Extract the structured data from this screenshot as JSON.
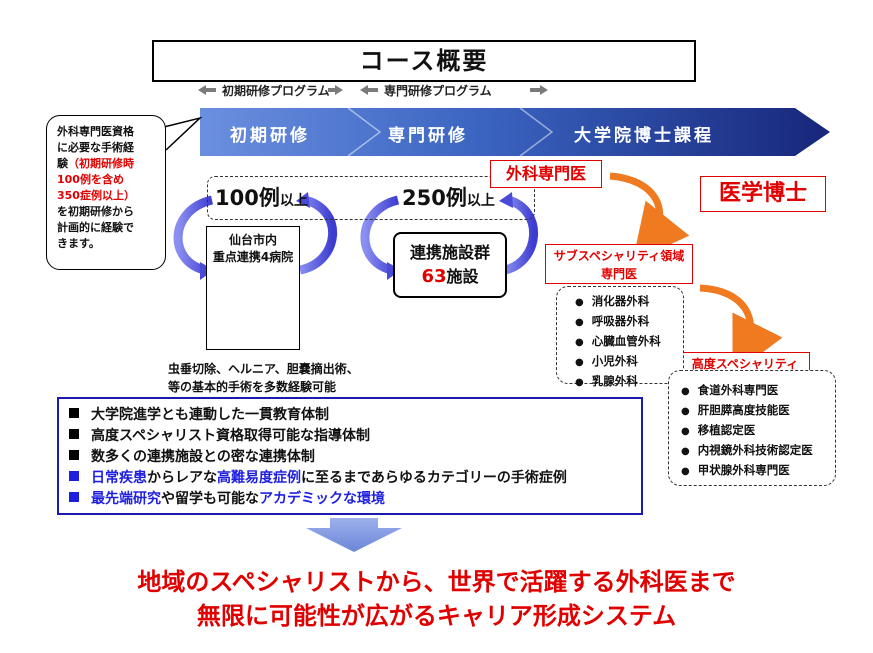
{
  "title": "コース概要",
  "programs": {
    "initial_label": "初期研修プログラム",
    "specialty_label": "専門研修プログラム"
  },
  "stages": {
    "initial": "初期研修",
    "specialty": "専門研修",
    "doctoral": "大学院博士課程"
  },
  "callout": {
    "line1": "外科専門医資格",
    "line2": "に必要な手術経",
    "line3_plain": "験",
    "line3_red": "（初期研修時",
    "line4_red": "100例を含め",
    "line5_red": "350症例以上）",
    "line6": "を初期研修から",
    "line7": "計画的に経験で",
    "line8": "きます。"
  },
  "counts": {
    "initial_num": "100例",
    "initial_suffix": "以上",
    "specialty_num": "250例",
    "specialty_suffix": "以上"
  },
  "hospitals": {
    "line1": "仙台市内",
    "line2": "重点連携4病院"
  },
  "facilities": {
    "line1": "連携施設群",
    "num": "63",
    "suffix": "施設"
  },
  "procedures_note": {
    "line1": "虫垂切除、ヘルニア、胆嚢摘出術、",
    "line2": "等の基本的手術を多数経験可能"
  },
  "qualifications": {
    "surgeon": "外科専門医",
    "phd": "医学博士",
    "subspecialty_line1": "サブスペシャリティ領域",
    "subspecialty_line2": "専門医",
    "advanced": "高度スペシャリティ"
  },
  "subspecialties": [
    "消化器外科",
    "呼吸器外科",
    "心臓血管外科",
    "小児外科",
    "乳腺外科"
  ],
  "advanced_list": [
    "食道外科専門医",
    "肝胆膵高度技能医",
    "移植認定医",
    "内視鏡外科技術認定医",
    "甲状腺外科専門医"
  ],
  "features": [
    {
      "parts": [
        {
          "t": "大学院進学とも連動した一貫教育体制",
          "hl": false
        }
      ],
      "color": "#000000"
    },
    {
      "parts": [
        {
          "t": "高度スペシャリスト資格取得可能な指導体制",
          "hl": false
        }
      ],
      "color": "#000000"
    },
    {
      "parts": [
        {
          "t": "数多くの連携施設との密な連携体制",
          "hl": false
        }
      ],
      "color": "#000000"
    },
    {
      "parts": [
        {
          "t": "日常疾患",
          "hl": true
        },
        {
          "t": "からレアな",
          "hl": false
        },
        {
          "t": "高難易度症例",
          "hl": true
        },
        {
          "t": "に至るまであらゆるカテゴリーの手術症例",
          "hl": false
        }
      ],
      "color": "#1f1fe0"
    },
    {
      "parts": [
        {
          "t": "最先端研究",
          "hl": true
        },
        {
          "t": "や留学も可能な",
          "hl": false
        },
        {
          "t": "アカデミックな環境",
          "hl": true
        }
      ],
      "color": "#1f1fe0"
    }
  ],
  "slogan": {
    "line1": "地域のスペシャリストから、世界で活躍する外科医まで",
    "line2": "無限に可能性が広がるキャリア形成システム"
  },
  "colors": {
    "banner_light": "#5b7fd6",
    "banner_mid": "#2f5bb5",
    "banner_dark": "#1a2f8a",
    "accent_red": "#e00000",
    "highlight_blue": "#1f1fe0",
    "orange_arrow": "#f07a20"
  }
}
